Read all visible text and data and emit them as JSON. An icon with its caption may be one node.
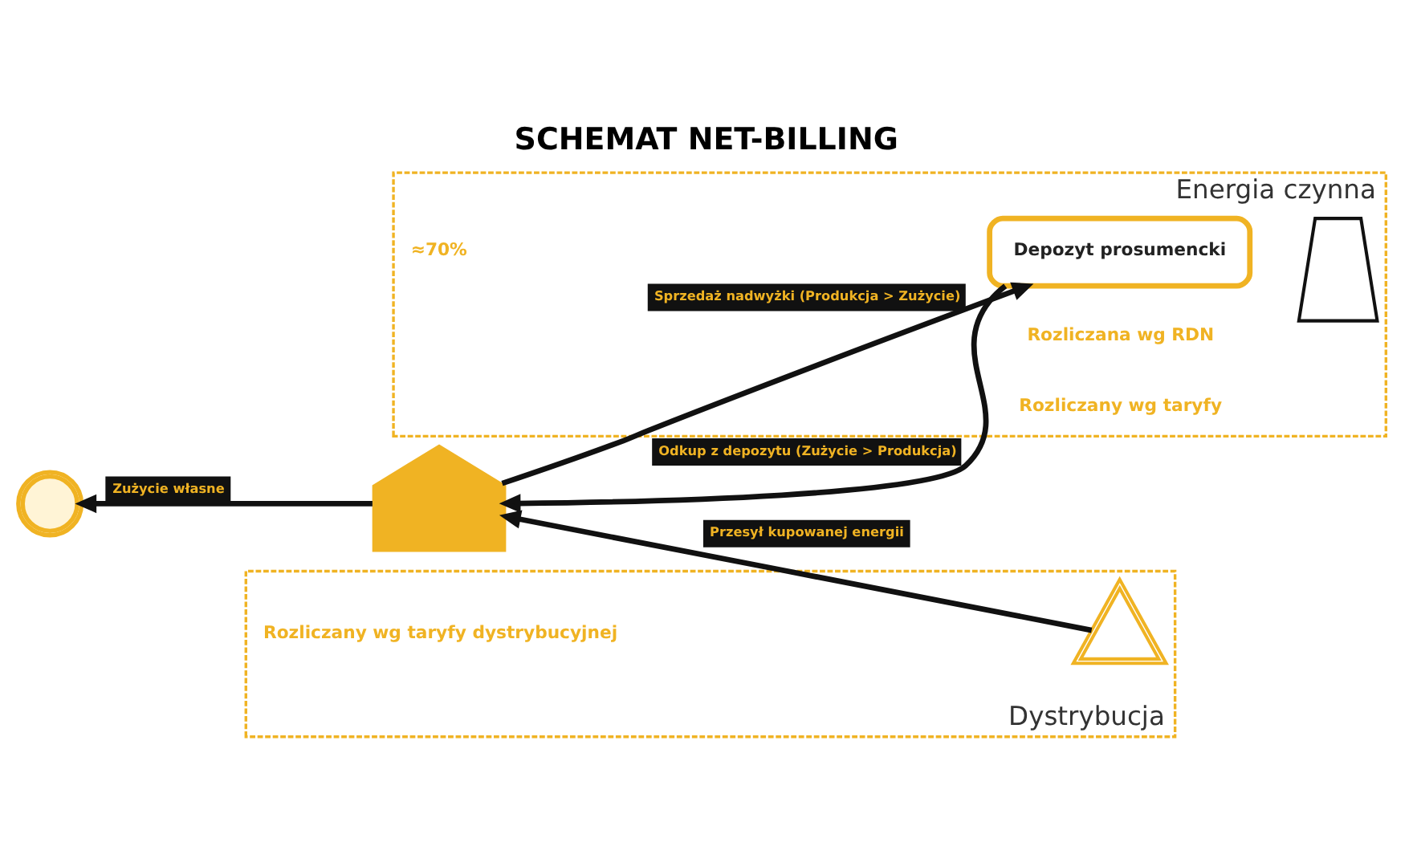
{
  "diagram": {
    "title": "SCHEMAT NET-BILLING",
    "nodes": [
      {
        "text": [],
        "shape": "sun"
      },
      {
        "text": [],
        "shape": "house"
      },
      {
        "text": [
          "Energia czynna"
        ]
      },
      {
        "text": [
          "Depozyt prosumencki"
        ],
        "in": 2
      },
      {
        "text": [],
        "shape": "tower",
        "in": 2
      },
      {
        "text": [
          "Dystrybucja"
        ]
      },
      {
        "text": [],
        "shape": "pylon",
        "in": 5
      }
    ],
    "edges": [
      {
        "from": 1,
        "to": 0,
        "arrow": "to",
        "label": "Zużycie własne"
      },
      {
        "from": 1,
        "to": 3,
        "arrow": "to",
        "label": "Sprzedaż nadwyżki (Produkcja > Zużycie)"
      },
      {
        "from": 3,
        "to": 1,
        "arrow": "to",
        "label": "Odkup z depozytu (Zużycie > Produkcja)"
      },
      {
        "from": 6,
        "to": 1,
        "arrow": "to",
        "label": "Przesył kupowanej energii"
      }
    ],
    "labels": [
      "Rozliczana wg RDN",
      "≈70%",
      "Rozliczany wg taryfy",
      "Rozliczany wg taryfy dystrybucyjnej"
    ]
  }
}
